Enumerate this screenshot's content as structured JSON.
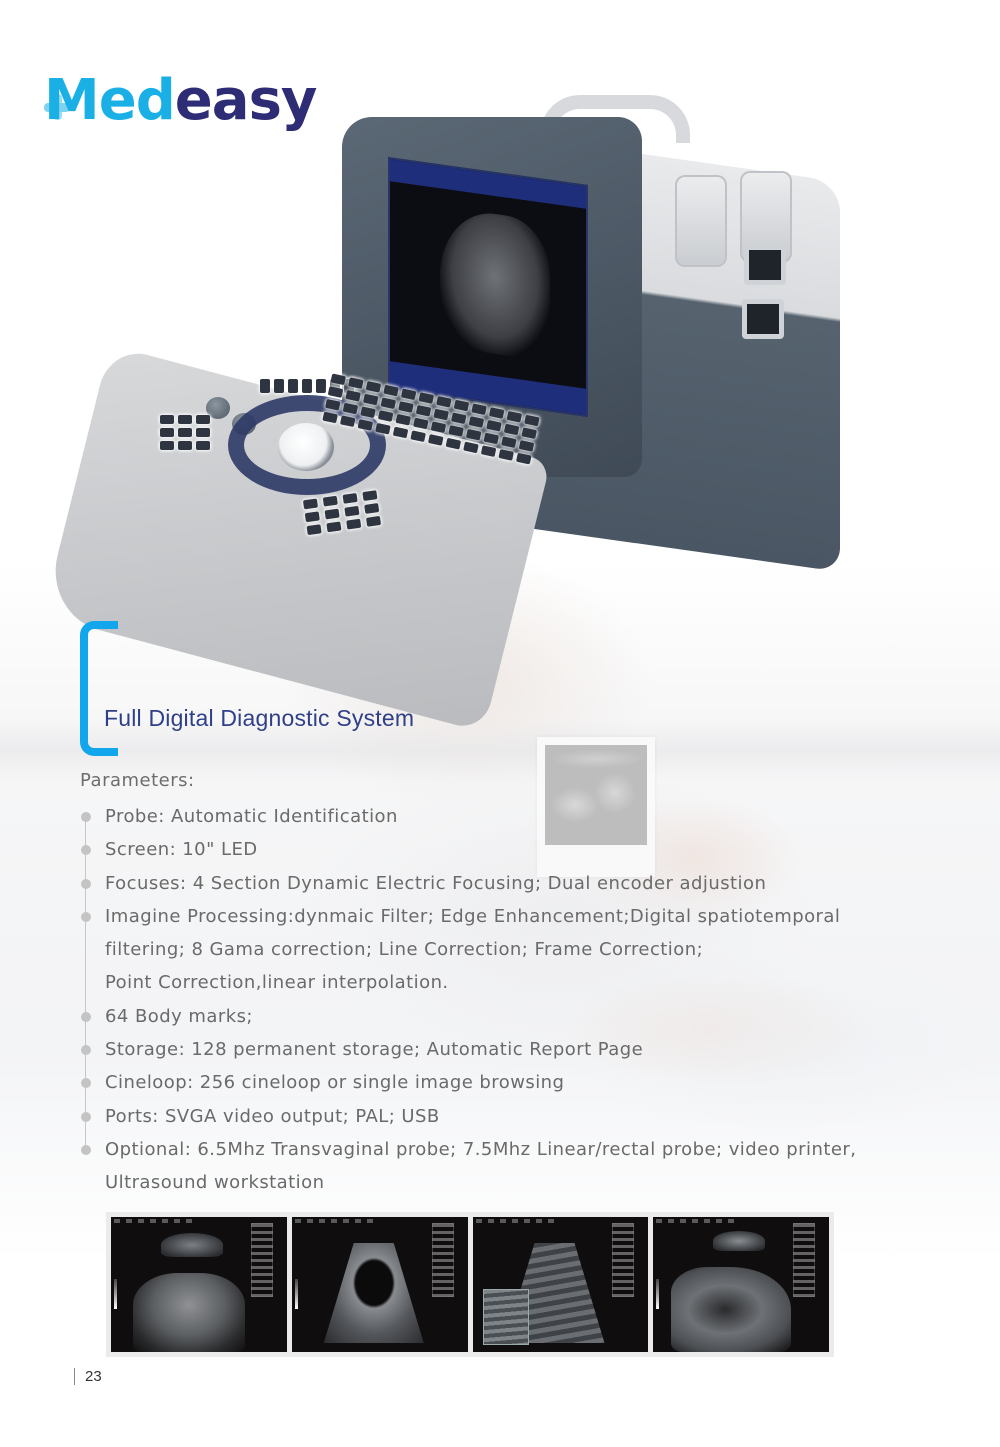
{
  "brand": {
    "logo_part1": "Med",
    "logo_part2": "easy",
    "colors": {
      "med": "#1ab0e6",
      "easy": "#2d2c74",
      "accent": "#12a6ec",
      "heading": "#2f3f88"
    }
  },
  "product_image": {
    "description": "Portable full digital B/W ultrasound scanner with monitor, keyboard and trackball",
    "icon": "ultrasound-device-image"
  },
  "section": {
    "title": "Full Digital Diagnostic System",
    "parameters_label": "Parameters:"
  },
  "parameters": [
    {
      "lines": [
        "Probe: Automatic Identification"
      ]
    },
    {
      "lines": [
        "Screen: 10\" LED"
      ]
    },
    {
      "lines": [
        "Focuses: 4 Section Dynamic Electric Focusing; Dual encoder adjustion"
      ]
    },
    {
      "lines": [
        "Imagine Processing:dynmaic Filter; Edge Enhancement;Digital spatiotemporal",
        "filtering; 8 Gama correction; Line Correction; Frame Correction;",
        "Point Correction,linear interpolation."
      ]
    },
    {
      "lines": [
        "64 Body marks;"
      ]
    },
    {
      "lines": [
        "Storage: 128 permanent storage; Automatic Report Page"
      ]
    },
    {
      "lines": [
        "Cineloop: 256 cineloop or single image browsing"
      ]
    },
    {
      "lines": [
        "Ports: SVGA video output; PAL; USB"
      ]
    },
    {
      "lines": [
        "Optional: 6.5Mhz Transvaginal probe; 7.5Mhz Linear/rectal probe; video printer,",
        "Ultrasound workstation"
      ]
    }
  ],
  "gallery": {
    "images": [
      {
        "name": "ultrasound-scan-1"
      },
      {
        "name": "ultrasound-scan-2"
      },
      {
        "name": "ultrasound-scan-3"
      },
      {
        "name": "ultrasound-scan-4"
      }
    ]
  },
  "footer": {
    "page_number": "23"
  }
}
